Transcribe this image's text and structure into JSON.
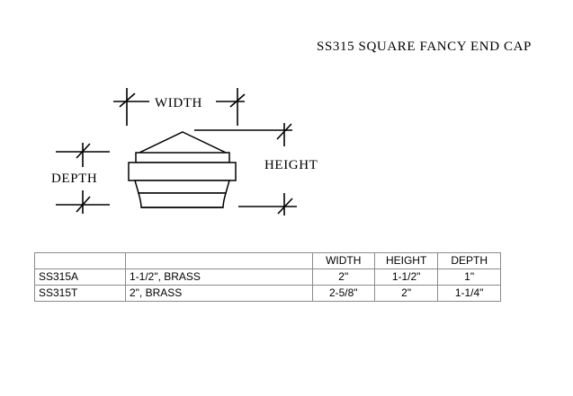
{
  "title": "SS315 SQUARE FANCY END CAP",
  "drawing": {
    "labels": {
      "width": "WIDTH",
      "height": "HEIGHT",
      "depth": "DEPTH"
    },
    "line_color": "#000000",
    "fill_color": "#ffffff"
  },
  "table": {
    "headers": [
      "",
      "",
      "WIDTH",
      "HEIGHT",
      "DEPTH"
    ],
    "rows": [
      {
        "code": "SS315A",
        "description": "1-1/2\", BRASS",
        "width": "2\"",
        "height": "1-1/2\"",
        "depth": "1\""
      },
      {
        "code": "SS315T",
        "description": "2\", BRASS",
        "width": "2-5/8\"",
        "height": "2\"",
        "depth": "1-1/4\""
      }
    ]
  }
}
